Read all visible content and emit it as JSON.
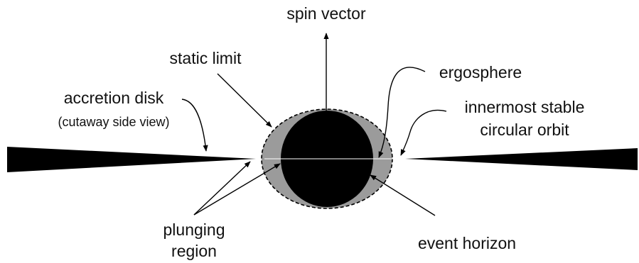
{
  "labels": {
    "spin_vector": "spin vector",
    "static_limit": "static limit",
    "ergosphere": "ergosphere",
    "accretion_disk": "accretion disk",
    "cutaway_side_view": "(cutaway side view)",
    "isco_line1": "innermost stable",
    "isco_line2": "circular orbit",
    "plunging_line1": "plunging",
    "plunging_line2": "region",
    "event_horizon": "event horizon"
  },
  "colors": {
    "horizon_fill": "#000000",
    "ergosphere_fill": "#9b9b9b",
    "disk_fill": "#000000",
    "line_color": "#000000",
    "text_color": "#111111"
  }
}
